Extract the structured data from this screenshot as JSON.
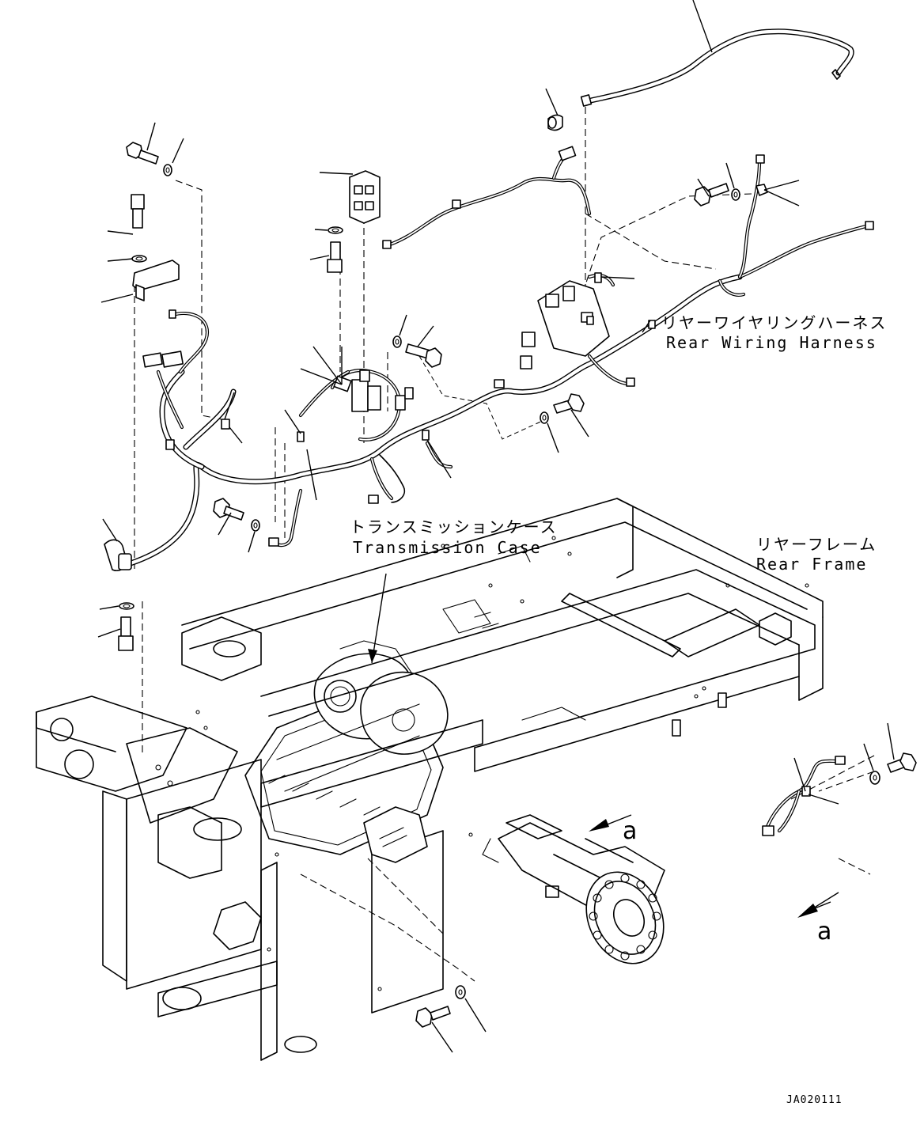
{
  "drawing": {
    "code": "JA020111"
  },
  "labels": {
    "rear_harness_jp": "リヤーワイヤリングハーネス",
    "rear_harness_en": "Rear Wiring Harness",
    "transmission_case_jp": "トランスミッションケース",
    "transmission_case_en": "Transmission Case",
    "rear_frame_jp": "リヤーフレーム",
    "rear_frame_en": "Rear Frame",
    "view_a_main": "a",
    "view_a_detail": "a"
  }
}
